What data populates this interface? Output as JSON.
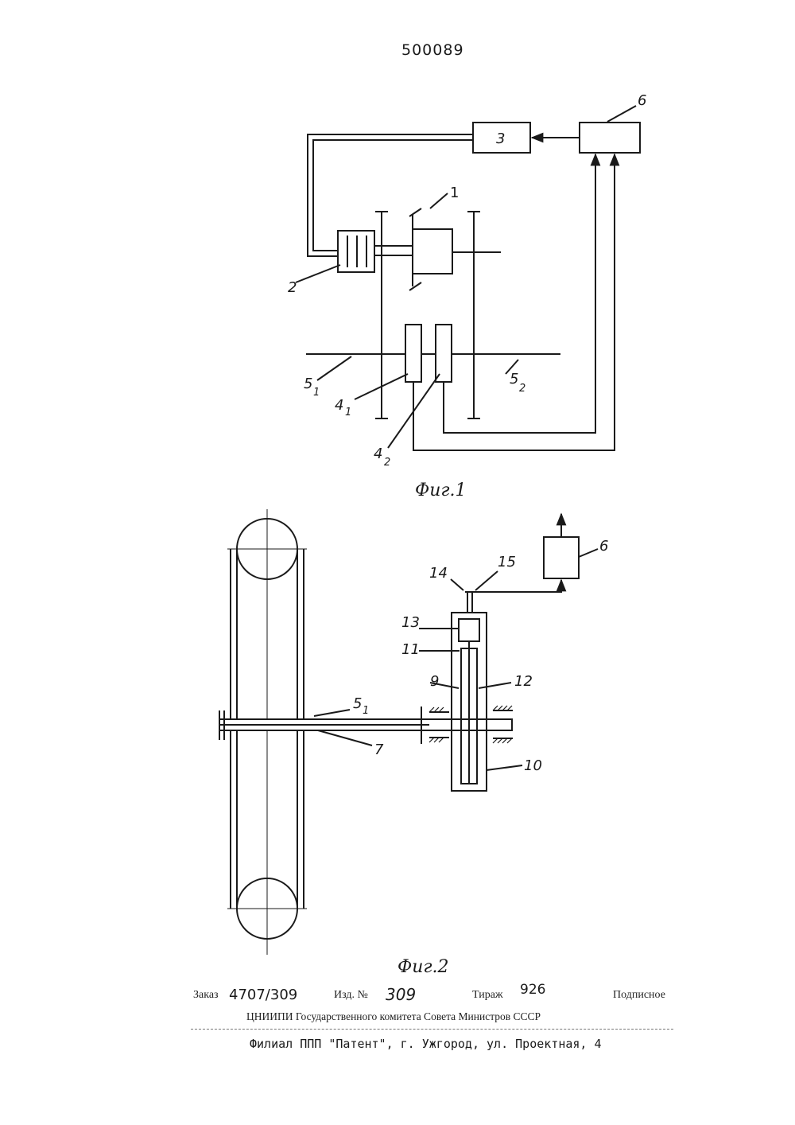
{
  "patent_number": "500089",
  "figure1": {
    "caption": "Фиг.1",
    "labels": {
      "l1": "1",
      "l2": "2",
      "l3": "3",
      "l6": "6",
      "l4_1": "4",
      "l4_1_sub": "1",
      "l4_2": "4",
      "l4_2_sub": "2",
      "l5_1": "5",
      "l5_1_sub": "1",
      "l5_2": "5",
      "l5_2_sub": "2"
    }
  },
  "figure2": {
    "caption": "Фиг.2",
    "labels": {
      "l6": "6",
      "l7": "7",
      "l9": "9",
      "l10": "10",
      "l11": "11",
      "l12": "12",
      "l13": "13",
      "l14": "14",
      "l15": "15",
      "l5_1": "5",
      "l5_1_sub": "1"
    }
  },
  "imprint": {
    "order_label": "Заказ",
    "order_value": "4707/309",
    "edition_label": "Изд. №",
    "edition_value": "309",
    "circulation_label": "Тираж",
    "circulation_value": "926",
    "subscription": "Подписное",
    "institute": "ЦНИИПИ Государственного комитета Совета Министров СССР",
    "branch": "Филиал ППП \"Патент\", г. Ужгород, ул. Проектная, 4"
  }
}
